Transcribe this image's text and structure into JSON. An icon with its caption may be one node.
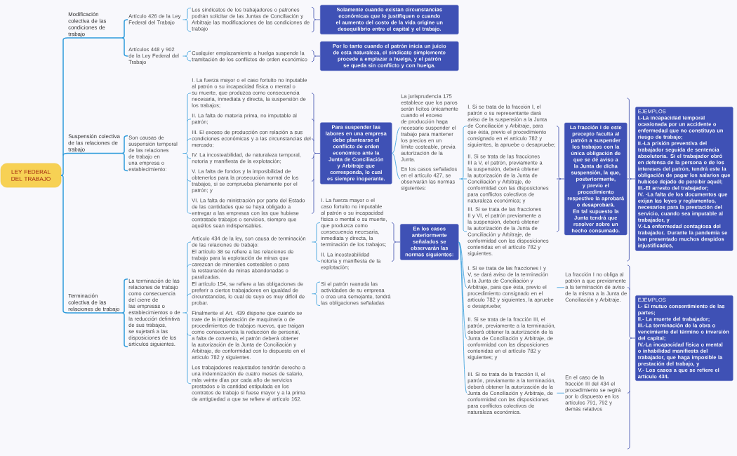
{
  "diagram": {
    "nodes": [
      {
        "text": [
          "LEY FEDERAL DEL TRABAJO"
        ]
      },
      {
        "text": [
          "Modificación colectiva de las condiciones de trabajo"
        ]
      },
      {
        "text": [
          "Artículo 426 de la Ley Federal del Trabajo"
        ]
      },
      {
        "text": [
          "Los sindicatos de los trabajadores o patrones podrán solicitar de las Juntas de Conciliación y Arbitraje las modificaciones de las condiciones de trabajo"
        ]
      },
      {
        "text": [
          "Solamente cuando existan circunstancias económicas que lo justifiquen o cuando el aumento del costo de la vida origine un desequilibrio entre el capital y el trabajo."
        ]
      },
      {
        "text": [
          "Artículos 448 y 902 de la Ley Federal del Trabajo"
        ]
      },
      {
        "text": [
          "Cualquier emplazamiento a huelga suspende la tramitación de los conflictos de orden económico"
        ]
      },
      {
        "text": [
          "Por lo tanto cuando el patrón inicia un juicio de esta naturaleza, el sindicato simplemente procede a emplazar a huelga, y el patrón se queda sin conflicto y con huelga."
        ]
      },
      {
        "text": [
          "Suspensión colectiva de las relaciones de trabajo"
        ]
      },
      {
        "text": [
          "Son causas de suspensión temporal de las relaciones de trabajo en una empresa o establecimiento:"
        ]
      },
      {
        "text": [
          "I. La fuerza mayor o el caso fortuito no inputable al patrón o su incapacidad física o mental o su muerte, que produzca como consecuencia necesaria, inmediata y directa, la suspensión de los trabajos;"
        ]
      },
      {
        "text": [
          "II. La falta de materia prima, no imputable al patrón;"
        ]
      },
      {
        "text": [
          "III. El exceso de producción con relación a sus condiciones económicas y a las circunstancias del mercado;"
        ]
      },
      {
        "text": [
          "IV. La incosteabilidad, de naturaleza temporal, notoria y manifiesta de la explotación;"
        ]
      },
      {
        "text": [
          "V. La falta de fondos y la imposibilidad de obtenerlos para la prosecución normal de los trabajos, si se comprueba plenamente por el patrón; y"
        ]
      },
      {
        "text": [
          "VI. La falta de ministración por parte del Estado de las cantidades que se haya obligado a entregar a las empresas con las que hubiese contratado trabajos o servicios, siempre que aquéllos sean indispensables."
        ]
      },
      {
        "text": [
          "Para suspender las labores en una empresa debe plantearse el conflicto de orden económico ante la Junta de Conciliación y Arbitraje que corresponda, lo cual es siempre inoperante."
        ]
      },
      {
        "text": [
          "La jurisprudencia 175 establece que los paros serán lícitos únicamente cuando el exceso de producción haga necesario suspender el trabajo para mantener los precios en un límite costeable, previa autorización de la Junta."
        ]
      },
      {
        "text": [
          "En los casos señalados en el artículo 427, se observarán las normas siguientes:"
        ]
      },
      {
        "text": [
          "I. Si se trata de la fracción I, el patrón o su representante dará aviso de la suspensión a la Junta de Conciliación y Arbitraje, para que ésta, previo el procedimiento consignado en el artículo 782 y siguientes, la apruebe o desapruebe;"
        ]
      },
      {
        "text": [
          "II. Si se trata de las fracciones III a V, el patrón, previamente a la suspensión, deberá obtener la autorización de la Junta de Conciliación y Arbitraje, de conformidad con las disposiciones para conflictos colectivos de naturaleza económica; y"
        ]
      },
      {
        "text": [
          "III. Si se trata de las fracciones II y VI, el patrón previamente a la suspensión, deberá obtener la autorización de la Junta de Conciliación y Arbitraje, de conformidad con las disposiciones contenidas en el artículo 782 y siguientes."
        ]
      },
      {
        "text": [
          "La fracción I de este precepto faculta al patrón a suspender los trabajos con la única obligación de que se dé aviso a la Junta de dicha suspensión, la que, posteriormente, y previo el procedimiento respectivo la aprobará o desaprobará. En tal supuesto la Junta tendrá que resolver sobre un hecho consumado."
        ]
      },
      {
        "text": [
          "EJEMPLOS",
          "I.-La incapacidad temporal ocasionada por un accidente o enfermedad que no constituya un riesgo de trabajo;",
          "II.-La prisión preventiva del trabajador seguida de sentencia absolutoria. Si el trabajador obró en defensa de la persona o de los intereses del patrón, tendrá este la obligación de pagar los salarios que hubiese dejado de percibir aquél;",
          "III.-El arresto del trabajador;",
          "IV. -La falta de los documentos que exijan las leyes y reglamentos, necesarios para la prestación del servicio, cuando sea imputable al trabajador, y",
          "V.-La enfermedad contagiosa del trabajador. Durante la pandemia se han presentado muchos despidos injustificados,"
        ]
      },
      {
        "text": [
          "Terminación colectiva de las relaciones de trabajo"
        ]
      },
      {
        "text": [
          "La terminación de las relaciones de trabajo como consecuencia del cierre de las empresas o establecimientos o de la reducción definitiva de sus trabajos, se sujetará a las disposiciones de los artículos siguientes."
        ]
      },
      {
        "text": [
          "Artículo 434 de la ley, son causa de terminación de las relaciones de trabajo:"
        ]
      },
      {
        "text": [
          "I. La fuerza mayor o el caso fortuito no imputable al patrón o su incapacidad física o mental o su muerte, que produzca como consecuencia necesaria, inmediata y directa, la terminación de los trabajos;"
        ]
      },
      {
        "text": [
          "II. La incosteabilidad notoria y manifiesta de la explotación;"
        ]
      },
      {
        "text": [
          "En los casos anteriormente señalados se observarán las normas siguientes:"
        ]
      },
      {
        "text": [
          "I. Si se trata de las fracciones I y V, se dará aviso de la terminación a la Junta de Conciliación y Arbitraje, para que ésta, previo el procedimiento consignado en el artículo 782 y siguientes, la apruebe o desapruebe;"
        ]
      },
      {
        "text": [
          "II. Si se trata de la fracción III, el patrón, previamente a la terminación, deberá obtener la autorización de la Junta de Conciliación y Arbitraje, de conformidad con las disposiciones contenidas en el artículo 782 y siguientes; y"
        ]
      },
      {
        "text": [
          "III. Si se trata de la fracción II, el patrón, previamente a la terminación, deberá obtener la autorización de la Junta de Conciliación y Arbitraje, de conformidad con las disposiciones para conflictos colectivos de naturaleza económica."
        ]
      },
      {
        "text": [
          "La fracción I no obliga al patrón a que previamente a la terminación dé aviso de la misma a la Junta de Conciliación y Arbitraje."
        ]
      },
      {
        "text": [
          "En el caso de la fracción III del 434 el procedimiento se regirá por lo dispuesto en los artículos 791, 792 y demás relativos"
        ]
      },
      {
        "text": [
          "EJEMPLOS",
          "I.- El mutuo consentimiento de las partes;",
          "II.- La muerte del trabajador;",
          "III.-La terminación de la obra o vencimiento del término o inversión del capital;",
          "IV.-La incapacidad física o mental o inhabilidad manifiesta del trabajador, que haga imposible la prestación del trabajo, y",
          "V.- Los casos a que se refiere el artículo 434."
        ]
      },
      {
        "text": [
          "El artículo 38 se refiere a las relaciones de trabajo para la explotación de minas que carezcan de minerales costeables o para la restauración de minas abandonadas o paralizadas."
        ]
      },
      {
        "text": [
          "El artículo 154, se refiere a las obligaciones de preferir a ciertos trabajadores en igualdad de circunstancias, lo cual de suyo es muy difícil de probar."
        ]
      },
      {
        "text": [
          "Si el patrón reanuda las actividades de su empresa o crea una semejante, tendrá las obligaciones señaladas"
        ]
      },
      {
        "text": [
          "Finalmente el Art. 439 dispone que cuando se trate de la implantación de maquinaria o de procedimientos de trabajos nuevos, que traigan como consecuencia la reducción de personal, a falta de convenio, el patrón deberá obtener la autorización de la Junta de Conciliación y Arbitraje, de conformidad con lo dispuesto en el artículo 782 y siguientes."
        ]
      },
      {
        "text": [
          "Los trabajadores reajustados tendrán derecho a una indemnización de cuatro meses de salario, más veinte días por cada año de servicios prestados o la cantidad estipulada en los contratos de trabajo si fuese mayor y a la prima de antigüedad a que se refiere el artículo 162."
        ]
      }
    ],
    "edges": [
      {
        "from": 0,
        "to": 1,
        "arrow": "none"
      },
      {
        "from": 0,
        "to": 8,
        "arrow": "none"
      },
      {
        "from": 0,
        "to": 24,
        "arrow": "none"
      },
      {
        "from": 1,
        "to": 2,
        "arrow": "none"
      },
      {
        "from": 1,
        "to": 5,
        "arrow": "none"
      },
      {
        "from": 2,
        "to": 3,
        "arrow": "none"
      },
      {
        "from": 3,
        "to": 4,
        "arrow": "none",
        "color": "#3949ab"
      },
      {
        "from": 5,
        "to": 6,
        "arrow": "none"
      },
      {
        "from": 6,
        "to": 7,
        "arrow": "none",
        "color": "#3949ab"
      },
      {
        "from": 8,
        "to": 9,
        "arrow": "none"
      },
      {
        "from": 9,
        "to": 10,
        "arrow": "none"
      },
      {
        "from": 9,
        "to": 11,
        "arrow": "none"
      },
      {
        "from": 9,
        "to": 12,
        "arrow": "none"
      },
      {
        "from": 9,
        "to": 13,
        "arrow": "none"
      },
      {
        "from": 9,
        "to": 14,
        "arrow": "none"
      },
      {
        "from": 9,
        "to": 15,
        "arrow": "none"
      },
      {
        "from": 10,
        "to": 16,
        "arrow": "none",
        "color": "#3949ab"
      },
      {
        "from": 11,
        "to": 16,
        "arrow": "none",
        "color": "#3949ab"
      },
      {
        "from": 12,
        "to": 16,
        "arrow": "none",
        "color": "#3949ab"
      },
      {
        "from": 13,
        "to": 16,
        "arrow": "none",
        "color": "#3949ab"
      },
      {
        "from": 14,
        "to": 16,
        "arrow": "none",
        "color": "#3949ab"
      },
      {
        "from": 15,
        "to": 16,
        "arrow": "none",
        "color": "#3949ab"
      },
      {
        "from": 16,
        "to": 17,
        "arrow": "none"
      },
      {
        "from": 16,
        "to": 18,
        "arrow": "none"
      },
      {
        "from": 18,
        "to": 19,
        "arrow": "none"
      },
      {
        "from": 18,
        "to": 20,
        "arrow": "none"
      },
      {
        "from": 18,
        "to": 21,
        "arrow": "none"
      },
      {
        "from": 19,
        "to": 22,
        "arrow": "none",
        "color": "#3949ab"
      },
      {
        "from": 20,
        "to": 22,
        "arrow": "none",
        "color": "#3949ab"
      },
      {
        "from": 21,
        "to": 22,
        "arrow": "none",
        "color": "#3949ab"
      },
      {
        "from": 22,
        "to": 23,
        "arrow": "none",
        "color": "#3949ab"
      },
      {
        "from": 24,
        "to": 25,
        "arrow": "none"
      },
      {
        "from": 25,
        "to": 26,
        "arrow": "none"
      },
      {
        "from": 25,
        "to": 36,
        "arrow": "none"
      },
      {
        "from": 25,
        "to": 37,
        "arrow": "none"
      },
      {
        "from": 25,
        "to": 39,
        "arrow": "none"
      },
      {
        "from": 25,
        "to": 40,
        "arrow": "none"
      },
      {
        "from": 26,
        "to": 27,
        "arrow": "none"
      },
      {
        "from": 26,
        "to": 28,
        "arrow": "none"
      },
      {
        "from": 27,
        "to": 29,
        "arrow": "none",
        "color": "#3949ab"
      },
      {
        "from": 28,
        "to": 29,
        "arrow": "none",
        "color": "#3949ab"
      },
      {
        "from": 29,
        "to": 30,
        "arrow": "none"
      },
      {
        "from": 29,
        "to": 31,
        "arrow": "none"
      },
      {
        "from": 29,
        "to": 32,
        "arrow": "none"
      },
      {
        "from": 30,
        "to": 33,
        "arrow": "none"
      },
      {
        "from": 32,
        "to": 34,
        "arrow": "none"
      },
      {
        "from": 33,
        "to": 35,
        "arrow": "none",
        "color": "#3949ab"
      },
      {
        "from": 34,
        "to": 35,
        "arrow": "none",
        "color": "#3949ab"
      },
      {
        "from": 37,
        "to": 38,
        "arrow": "none"
      }
    ]
  }
}
